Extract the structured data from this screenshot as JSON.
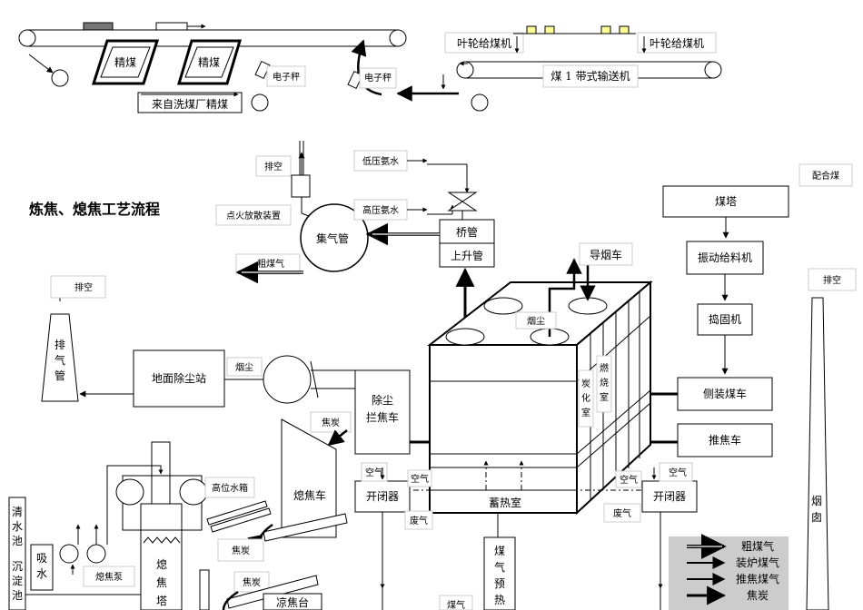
{
  "title": "炼焦、熄焦工艺流程",
  "top": {
    "coal_box_1": "精煤",
    "coal_box_2": "精煤",
    "scale_1": "电子秤",
    "scale_2": "电子秤",
    "from_plant": "来自洗煤厂精煤",
    "feeder_1": "叶轮给煤机",
    "feeder_2": "叶轮给煤机",
    "conveyor": "煤 1 带式输送机"
  },
  "gas": {
    "exhaust": "排空",
    "ignition": "点火放散装置",
    "low_ammonia": "低压氨水",
    "high_ammonia": "高压氨水",
    "collector": "集气管",
    "bridge": "桥管",
    "riser": "上升管",
    "raw_gas": "粗煤气"
  },
  "right": {
    "blend_coal": "配合煤",
    "coal_tower": "煤塔",
    "vib_feeder": "振动给料机",
    "tamper": "捣固机",
    "side_charger": "侧装煤车",
    "pusher": "推焦车",
    "chimney": "烟囱",
    "exhaust": "排空"
  },
  "oven": {
    "smoke_car": "导烟车",
    "smoke_dust": "烟尘",
    "carbonization": "炭化室",
    "combustion": "燃烧室",
    "regenerator": "蓄热室",
    "air_1": "空气",
    "air_2": "空气",
    "air_3": "空气",
    "air_4": "空气",
    "waste_1": "废气",
    "waste_2": "废气",
    "switch_1": "开闭器",
    "switch_2": "开闭器",
    "preheat": "煤气预热",
    "gas_label": "煤气"
  },
  "dust": {
    "exhaust": "排空",
    "stack": "排气管",
    "station": "地面除尘站",
    "smoke": "烟尘",
    "guide_car": "除尘拦焦车"
  },
  "quench": {
    "coke_1": "焦炭",
    "coke_2": "焦炭",
    "coke_3": "焦炭",
    "car": "熄焦车",
    "tank": "高位水箱",
    "tower": "熄焦塔",
    "pump": "熄焦泵",
    "suction": "吸水",
    "clear_pool": "清水池",
    "settle_pool": "沉淀池",
    "cool_platform": "凉焦台"
  },
  "legend": [
    "粗煤气",
    "装炉煤气",
    "推焦煤气",
    "焦炭"
  ]
}
